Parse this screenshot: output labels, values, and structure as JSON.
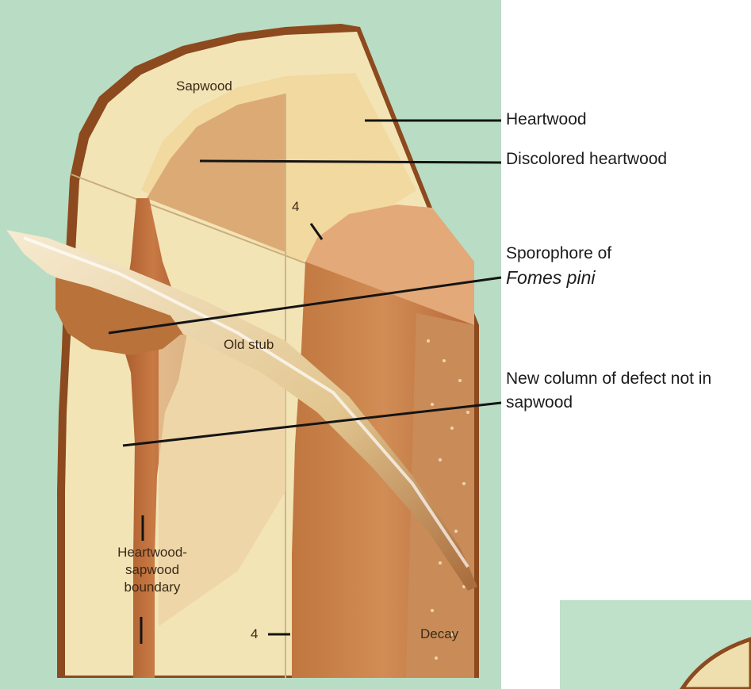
{
  "labels": {
    "heartwood": "Heartwood",
    "discolored_heartwood": "Discolored heartwood",
    "sporophore_line1": "Sporophore of",
    "sporophore_line2": "Fomes pini",
    "new_column_line1": "New column of defect not in",
    "new_column_line2": "sapwood"
  },
  "inner_labels": {
    "sapwood": "Sapwood",
    "old_stub": "Old stub",
    "boundary_line1": "Heartwood-",
    "boundary_line2": "sapwood",
    "boundary_line3": "boundary",
    "section_marker_top": "4",
    "section_marker_bottom": "4",
    "decay": "Decay"
  },
  "colors": {
    "background": "#b9dcc4",
    "sapwood": "#f3e4b6",
    "heartwood": "#e8c88c",
    "discolored": "#d8a070",
    "decay": "#b86a38",
    "bark": "#8c4a1e",
    "leader": "#141414"
  }
}
